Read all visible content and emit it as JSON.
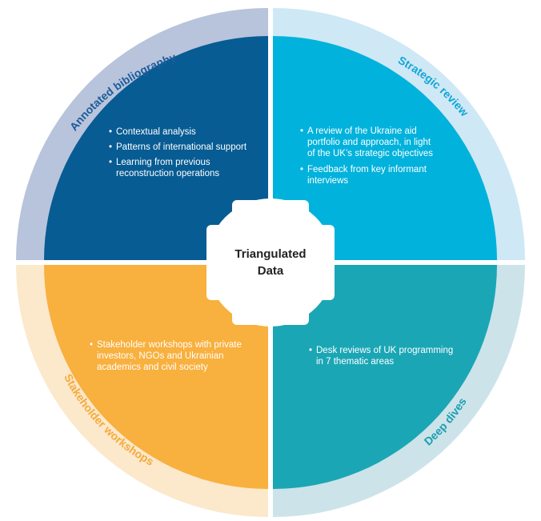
{
  "colors": {
    "q1_ring": "#b8c4dc",
    "q1_fill": "#075c93",
    "q1_label": "#1d5c9a",
    "q2_ring": "#cfe8f5",
    "q2_fill": "#00b2dc",
    "q2_label": "#10a6d6",
    "q3_ring": "#fce8cb",
    "q3_fill": "#f8b03e",
    "q3_label": "#f5ab3c",
    "q4_ring": "#cce3ea",
    "q4_fill": "#1ba6b5",
    "q4_label": "#1a9fb2",
    "center": "#ffffff"
  },
  "center": {
    "line1": "Triangulated",
    "line2": "Data"
  },
  "quadrants": {
    "q1": {
      "label": "Annotated bibliography",
      "bullets": [
        {
          "line1": "Contextual analysis",
          "line2": ""
        },
        {
          "line1": "Patterns of international support",
          "line2": ""
        },
        {
          "line1": "Learning from previous",
          "line2": "reconstruction operations"
        }
      ]
    },
    "q2": {
      "label": "Strategic review",
      "bullets": [
        {
          "line1": "A review of the Ukraine aid",
          "line2": "portfolio and approach, in light",
          "line3": "of the UK’s strategic objectives"
        },
        {
          "line1": "Feedback from key informant",
          "line2": "interviews"
        }
      ]
    },
    "q3": {
      "label": "Stakeholder workshops",
      "bullets": [
        {
          "line1": "Stakeholder workshops with private",
          "line2": "investors, NGOs and Ukrainian",
          "line3": "academics and civil society"
        }
      ]
    },
    "q4": {
      "label": "Deep dives",
      "bullets": [
        {
          "line1": "Desk reviews of UK programming",
          "line2": "in 7 thematic areas"
        }
      ]
    }
  }
}
